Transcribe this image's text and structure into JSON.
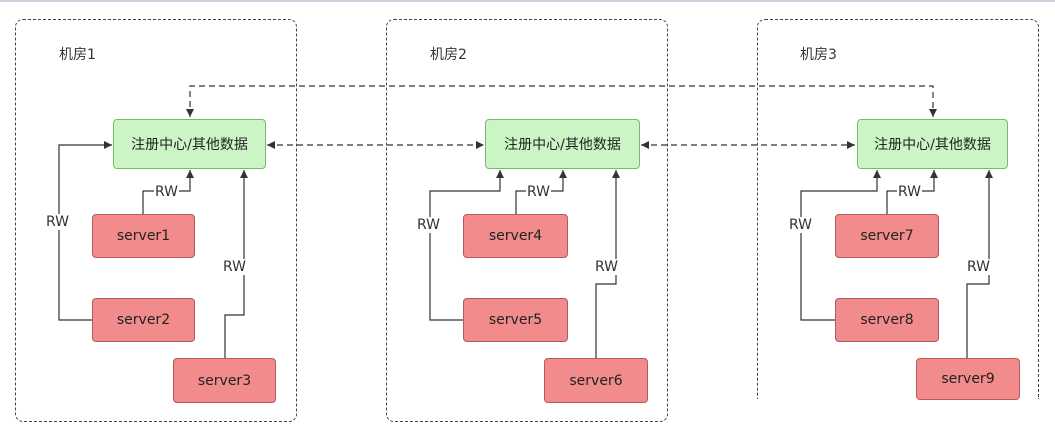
{
  "rooms": [
    {
      "label": "机房1",
      "center": "注册中心/其他数据",
      "servers": [
        "server1",
        "server2",
        "server3"
      ]
    },
    {
      "label": "机房2",
      "center": "注册中心/其他数据",
      "servers": [
        "server4",
        "server5",
        "server6"
      ]
    },
    {
      "label": "机房3",
      "center": "注册中心/其他数据",
      "servers": [
        "server7",
        "server8",
        "server9"
      ]
    }
  ],
  "edge_label": "RW",
  "colors": {
    "center_fill": "#ccf5c6",
    "center_border": "#79b96d",
    "server_fill": "#f28b8b",
    "server_border": "#b85858",
    "line": "#333333"
  }
}
